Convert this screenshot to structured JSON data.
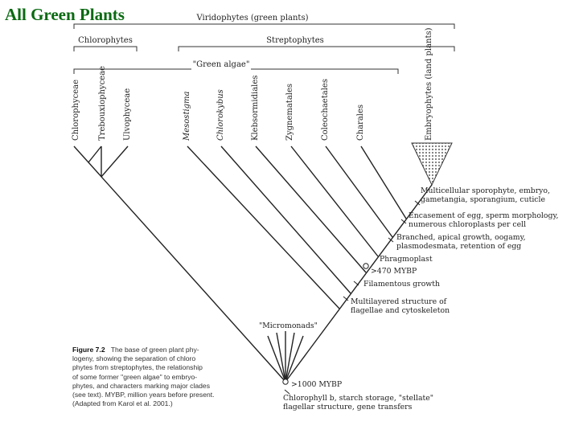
{
  "slide": {
    "title": "All Green Plants"
  },
  "clades": {
    "viridophytes": "Viridophytes (green plants)",
    "chlorophytes": "Chlorophytes",
    "streptophytes": "Streptophytes",
    "green_algae": "\"Green algae\""
  },
  "taxa": [
    "Chlorophyceae",
    "Trebouxiophyceae",
    "Ulvophyceae",
    "Mesostigma",
    "Chlorokybus",
    "Klebsormidiales",
    "Zygnematales",
    "Coleochaetales",
    "Charales",
    "Embryophytes (land plants)"
  ],
  "characters": {
    "embryophytes": [
      "Multicellular sporophyte, embryo,",
      "gametangia, sporangium, cuticle"
    ],
    "egg": [
      "Encasement of egg, sperm morphology,",
      "numerous chloroplasts per cell"
    ],
    "branched": [
      "Branched, apical growth, oogamy,",
      "plasmodesmata, retention of egg"
    ],
    "phragmoplast": "Phragmoplast",
    "mybp_470": ">470 MYBP",
    "filamentous": "Filamentous growth",
    "multilayered": [
      "Multilayered structure of",
      "flagellae and cytoskeleton"
    ],
    "micromonads": "\"Micromonads\"",
    "mybp_1000": ">1000 MYBP",
    "base": [
      "Chlorophyll b, starch storage, \"stellate\"",
      "flagellar structure, gene transfers"
    ]
  },
  "caption": {
    "figure_label": "Figure 7.2",
    "lines": [
      "The base of green plant phy-",
      "logeny, showing the separation of chloro",
      "phytes from streptophytes, the relationship",
      "of some former \"green algae\" to embryo-",
      "phytes, and characters marking major clades",
      "(see text). MYBP, million years before present.",
      "(Adapted from Karol et al. 2001.)"
    ]
  }
}
